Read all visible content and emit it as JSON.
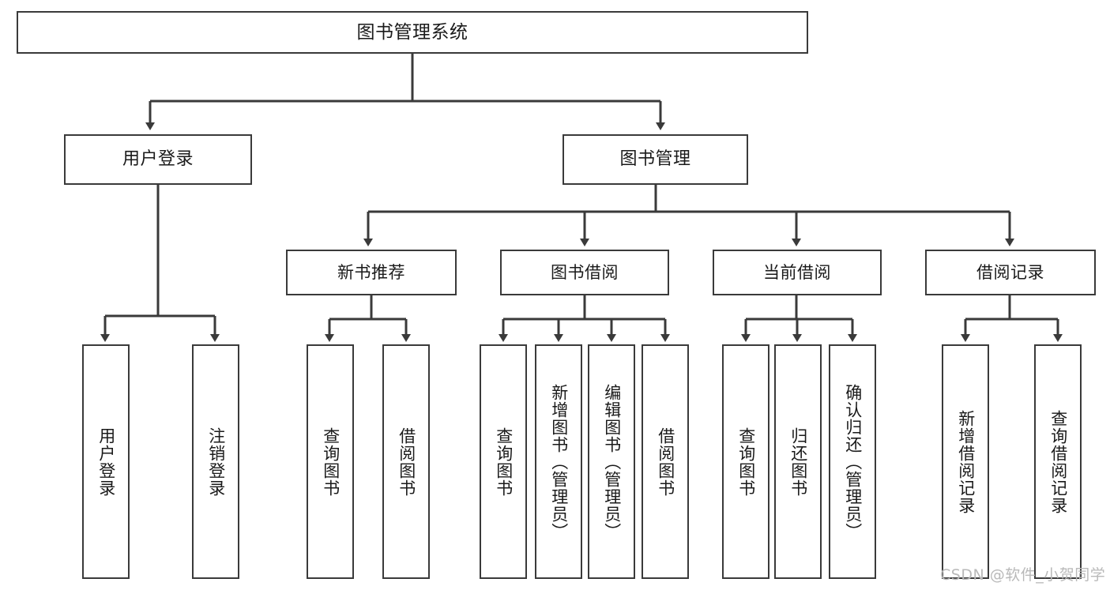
{
  "diagram": {
    "title": "图书管理系统",
    "type": "hierarchy-tree",
    "root": {
      "id": "root",
      "label": "图书管理系统"
    },
    "level1": [
      {
        "id": "user-login",
        "label": "用户登录"
      },
      {
        "id": "book-management",
        "label": "图书管理"
      }
    ],
    "level2": [
      {
        "id": "new-book-recommend",
        "label": "新书推荐",
        "parent": "book-management"
      },
      {
        "id": "book-borrow",
        "label": "图书借阅",
        "parent": "book-management"
      },
      {
        "id": "current-borrow",
        "label": "当前借阅",
        "parent": "book-management"
      },
      {
        "id": "borrow-record",
        "label": "借阅记录",
        "parent": "book-management"
      }
    ],
    "leaves": [
      {
        "id": "leaf-user-login",
        "label": "用户登录",
        "parent": "user-login"
      },
      {
        "id": "leaf-user-logout",
        "label": "注销登录",
        "parent": "user-login"
      },
      {
        "id": "leaf-query-book-1",
        "label": "查询图书",
        "parent": "new-book-recommend"
      },
      {
        "id": "leaf-borrow-book-1",
        "label": "借阅图书",
        "parent": "new-book-recommend"
      },
      {
        "id": "leaf-query-book-2",
        "label": "查询图书",
        "parent": "book-borrow"
      },
      {
        "id": "leaf-add-book",
        "label": "新增图书（管理员）",
        "parent": "book-borrow"
      },
      {
        "id": "leaf-edit-book",
        "label": "编辑图书（管理员）",
        "parent": "book-borrow"
      },
      {
        "id": "leaf-borrow-book-2",
        "label": "借阅图书",
        "parent": "book-borrow"
      },
      {
        "id": "leaf-query-book-3",
        "label": "查询图书",
        "parent": "current-borrow"
      },
      {
        "id": "leaf-return-book",
        "label": "归还图书",
        "parent": "current-borrow"
      },
      {
        "id": "leaf-confirm-return",
        "label": "确认归还（管理员）",
        "parent": "current-borrow"
      },
      {
        "id": "leaf-add-record",
        "label": "新增借阅记录",
        "parent": "borrow-record"
      },
      {
        "id": "leaf-query-record",
        "label": "查询借阅记录",
        "parent": "borrow-record"
      }
    ],
    "watermark": "CSDN @软件_小贺同学",
    "colors": {
      "stroke": "#3a3a3a",
      "text": "#1a1a1a",
      "background": "#ffffff",
      "watermark": "#b9b9b9"
    }
  }
}
